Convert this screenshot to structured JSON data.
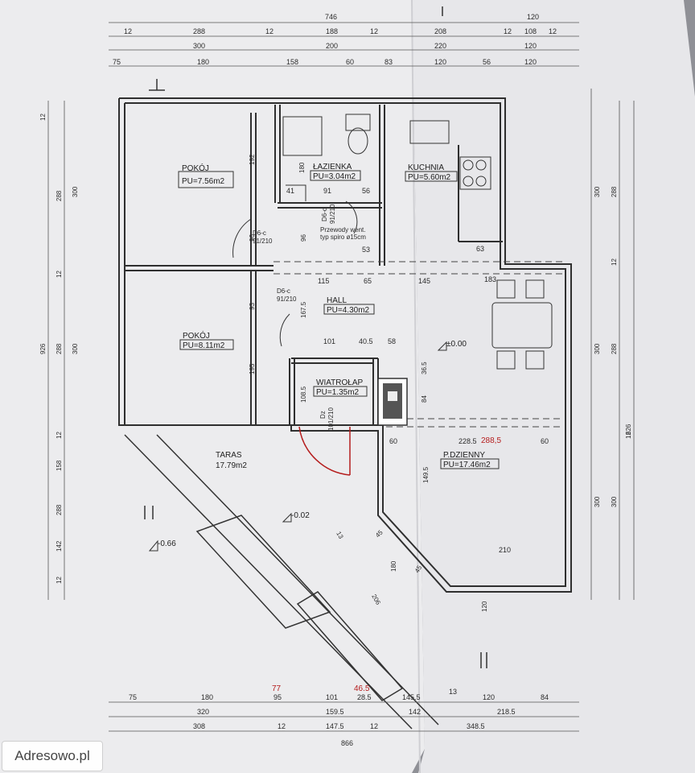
{
  "rooms": [
    {
      "name": "POKÓJ",
      "area": "PU=7.56m2"
    },
    {
      "name": "ŁAZIENKA",
      "area": "PU=3.04m2"
    },
    {
      "name": "KUCHNIA",
      "area": "PU=5.60m2"
    },
    {
      "name": "HALL",
      "area": "PU=4.30m2"
    },
    {
      "name": "POKÓJ",
      "area": "PU=8.11m2"
    },
    {
      "name": "WIATROŁAP",
      "area": "PU=1.35m2"
    },
    {
      "name": "TARAS",
      "area": "17.79m2"
    },
    {
      "name": "P.DZIENNY",
      "area": "PU=17.46m2"
    }
  ],
  "doors": {
    "d1": "D6-c",
    "d1s": "91/210",
    "d2": "D6-c",
    "d2s": "91/210",
    "d3": "D6-c",
    "d3s": "91/210",
    "d4": "Dz",
    "d4s": "101/210",
    "vent": "Przewody went.",
    "pipe": "typ spiro ø15cm"
  },
  "levels": {
    "hall": "±0.00",
    "taras": "-0.02",
    "ground": "-0.66"
  },
  "dims": {
    "top1": [
      "746",
      "120"
    ],
    "top2": [
      "12",
      "288",
      "12",
      "188",
      "12",
      "208",
      "12",
      "108",
      "12"
    ],
    "top3": [
      "300",
      "200",
      "220",
      "120"
    ],
    "top4": [
      "75",
      "180",
      "158",
      "60",
      "83",
      "120",
      "56",
      "120"
    ],
    "bottom1": [
      "75",
      "180",
      "95",
      "101",
      "28.5",
      "145.5",
      "13",
      "120",
      "84"
    ],
    "bottom2": [
      "320",
      "159.5",
      "142",
      "218.5"
    ],
    "bottom3": [
      "308",
      "12",
      "147.5",
      "12",
      "348.5"
    ],
    "bottom_total": "866",
    "bottom_red": [
      "77",
      "46.5"
    ],
    "left1": [
      "12",
      "288",
      "12",
      "288",
      "12",
      "158",
      "142",
      "12"
    ],
    "left2": [
      "300",
      "300",
      "288"
    ],
    "left_total": "926",
    "right1": [
      "300",
      "300",
      "12",
      "300",
      "300"
    ],
    "right2": [
      "288",
      "12",
      "288",
      "626"
    ],
    "interior": [
      "192",
      "96",
      "96",
      "93",
      "195",
      "167.5",
      "115",
      "65",
      "145",
      "183",
      "53",
      "91",
      "56",
      "41",
      "180",
      "101",
      "40.5",
      "58",
      "108.5",
      "36.5",
      "84",
      "60",
      "228.5",
      "60",
      "149.5",
      "210",
      "180",
      "206",
      "13",
      "45",
      "45",
      "63",
      "120"
    ],
    "interior_red": "288,5"
  },
  "watermark": "Adresowo.pl"
}
